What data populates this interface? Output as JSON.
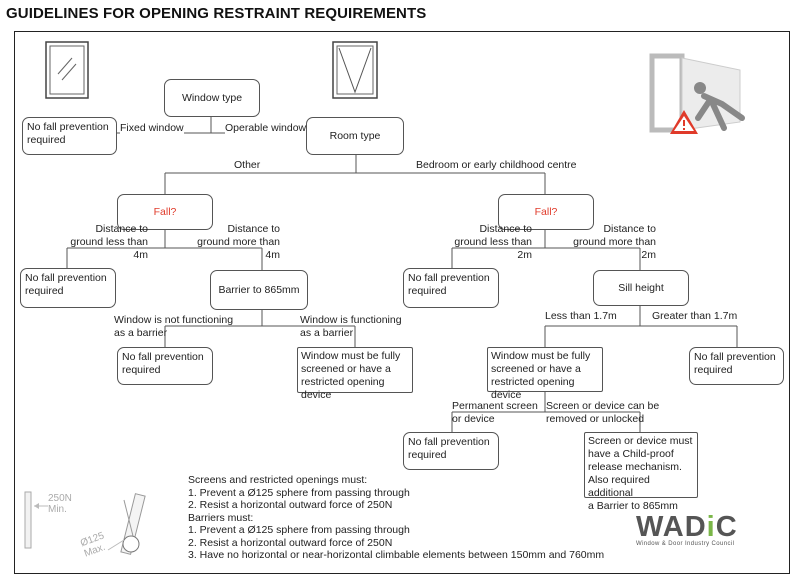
{
  "title": "GUIDELINES FOR OPENING RESTRAINT REQUIREMENTS",
  "nodes": {
    "window_type": "Window type",
    "fixed_no_fall": "No fall prevention\nrequired",
    "room_type": "Room type",
    "fall_left": "Fall?",
    "fall_right": "Fall?",
    "no_fall_left_low": "No fall prevention\nrequired",
    "barrier_865": "Barrier to 865mm",
    "no_fall_left_barrier": "No fall prevention\nrequired",
    "screened_left": "Window must be fully\nscreened or have a\nrestricted opening device",
    "no_fall_right_low": "No fall prevention\nrequired",
    "sill_height": "Sill height",
    "screened_right": "Window must be fully\nscreened or have a\nrestricted opening device",
    "no_fall_sill_high": "No fall prevention\nrequired",
    "no_fall_permanent": "No fall prevention\nrequired",
    "child_proof": "Screen or device must\nhave a Child-proof\nrelease mechanism.\nAlso required additional\na Barrier to 865mm"
  },
  "labels": {
    "fixed_window": "Fixed window",
    "operable_window": "Operable window",
    "other": "Other",
    "bedroom": "Bedroom or early childhood centre",
    "dist_less_4": "Distance to\nground less than 4m",
    "dist_more_4": "Distance to\nground more than 4m",
    "dist_less_2": "Distance to\nground less than 2m",
    "dist_more_2": "Distance to\nground more than 2m",
    "not_functioning": "Window is not functioning\nas a barrier",
    "functioning": "Window is functioning\nas a barrier",
    "less_17": "Less than 1.7m",
    "greater_17": "Greater than 1.7m",
    "permanent": "Permanent screen\nor device",
    "removable": "Screen or device can be\nremoved or unlocked"
  },
  "notes": [
    "Screens and restricted openings must:",
    "1. Prevent a Ø125 sphere from passing through",
    "2. Resist a horizontal outward force of 250N",
    "Barriers must:",
    "1. Prevent a Ø125 sphere from passing through",
    "2. Resist a horizontal outward force of 250N",
    "3. Have no horizontal or near-horizontal climbable elements between 150mm and 760mm"
  ],
  "dimensions": {
    "force": "250N\nMin.",
    "sphere": "Ø125\nMax."
  },
  "logo": {
    "word_start": "WAD",
    "word_dot": "i",
    "word_end": "C",
    "subtitle": "Window & Door Industry Council"
  },
  "colors": {
    "accent_red": "#e03a2a",
    "logo_green": "#7ab648",
    "line": "#555555"
  }
}
